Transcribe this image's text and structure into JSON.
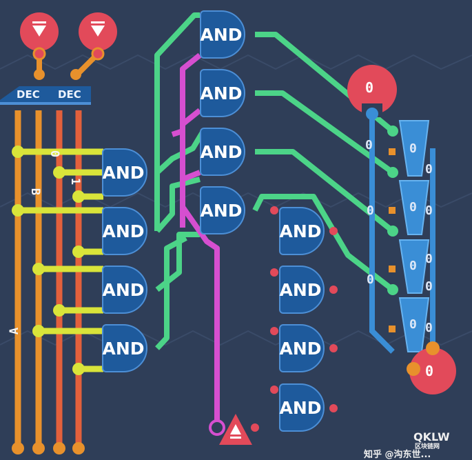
{
  "colors": {
    "background": "#2f3e58",
    "bus_orange": "#e8912c",
    "bus_red": "#e2603c",
    "wire_yellow": "#d9e43a",
    "wire_green": "#4cd488",
    "wire_magenta": "#d64fd0",
    "gate_fill": "#1e5a9c",
    "display_blue": "#3a8ed6",
    "input_red": "#e24a5a"
  },
  "inputs": [
    {
      "name": "input-1",
      "icon": "down-triangle-icon"
    },
    {
      "name": "input-2",
      "icon": "down-triangle-icon"
    }
  ],
  "decoders": [
    "DEC",
    "DEC"
  ],
  "bus_labels": {
    "zero": "0",
    "one": "1",
    "b": "B",
    "a": "A"
  },
  "gates": [
    {
      "label": "AND"
    },
    {
      "label": "AND"
    },
    {
      "label": "AND"
    },
    {
      "label": "AND"
    },
    {
      "label": "AND"
    },
    {
      "label": "AND"
    },
    {
      "label": "AND"
    },
    {
      "label": "AND"
    },
    {
      "label": "AND"
    },
    {
      "label": "AND"
    },
    {
      "label": "AND"
    },
    {
      "label": "AND"
    }
  ],
  "display": {
    "top_value": "0",
    "bottom_value": "0",
    "segment_digits": [
      "0",
      "0",
      "0",
      "0",
      "0",
      "0",
      "0",
      "0",
      "0",
      "0",
      "0",
      "0"
    ]
  },
  "output_icon": "up-triangle-icon",
  "watermark": {
    "line1": "QKLW",
    "line2": "区块链网",
    "bottom": "知乎 @沟东世..."
  }
}
